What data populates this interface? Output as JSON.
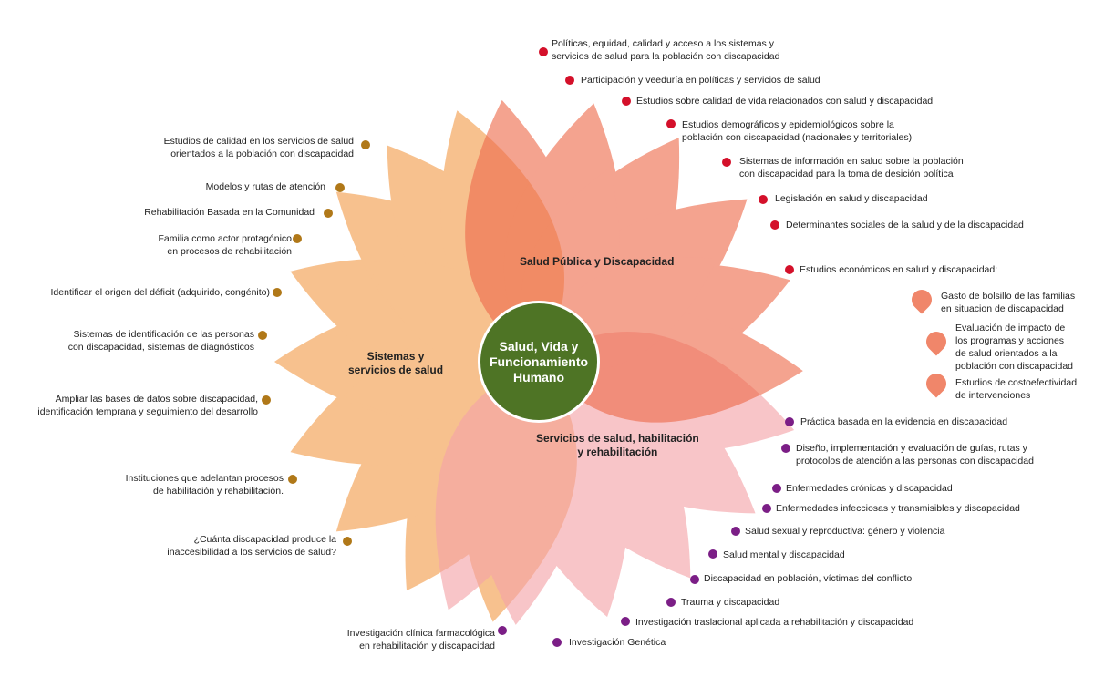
{
  "colors": {
    "orange_petal": "#f39c4a",
    "red_petal": "#ee6b4c",
    "pink_petal": "#f4a3a8",
    "center_green": "#4e7425",
    "dot_brown": "#b07818",
    "dot_red": "#d4102a",
    "dot_purple": "#7b1e86"
  },
  "center": {
    "title": "Salud, Vida y\nFuncionamiento\nHumano"
  },
  "sections": {
    "sistemas": "Sistemas y\nservicios de salud",
    "salud_publica": "Salud Pública y Discapacidad",
    "servicios": "Servicios de salud, habilitación\ny rehabilitación"
  },
  "left_items": [
    "Estudios de calidad en los servicios de salud\norientados a la población con discapacidad",
    "Modelos y rutas de atención",
    "Rehabilitación Basada en la Comunidad",
    "Familia como actor protagónico\nen procesos de rehabilitación",
    "Identificar el origen del déficit (adquirido, congénito)",
    "Sistemas de identificación de las personas\ncon discapacidad, sistemas de diagnósticos",
    "Ampliar las bases de datos sobre discapacidad,\nidentificación temprana y seguimiento del desarrollo",
    "Instituciones que adelantan procesos\nde habilitación y rehabilitación.",
    "¿Cuánta discapacidad produce la\ninaccesibilidad a los servicios de salud?"
  ],
  "top_items": [
    "Políticas, equidad, calidad y acceso a los sistemas y\nservicios de salud para la población con discapacidad",
    "Participación y veeduría en políticas y servicios de salud",
    "Estudios sobre calidad de vida relacionados con salud y discapacidad",
    "Estudios demográficos y epidemiológicos sobre la\npoblación con discapacidad (nacionales y territoriales)",
    "Sistemas de información en salud sobre la población\ncon discapacidad para la toma de desición política",
    "Legislación en salud y discapacidad",
    "Determinantes sociales de la salud y de la discapacidad",
    "Estudios económicos en salud y discapacidad:"
  ],
  "econ_subitems": [
    "Gasto de bolsillo de las familias\nen situacion de discapacidad",
    "Evaluación de impacto de\nlos programas y acciones\nde salud orientados a la\npoblación con discapacidad",
    "Estudios de costoefectividad\nde intervenciones"
  ],
  "bottom_items": [
    "Práctica basada en la evidencia en discapacidad",
    "Diseño, implementación y evaluación de guías, rutas y\nprotocolos de atención a las personas con discapacidad",
    "Enfermedades crónicas y discapacidad",
    "Enfermedades infecciosas y transmisibles y discapacidad",
    "Salud sexual y reproductiva: género y violencia",
    "Salud mental y discapacidad",
    "Discapacidad en población, víctimas del conflicto",
    "Trauma y discapacidad",
    "Investigación traslacional aplicada a rehabilitación y discapacidad",
    "Investigación Genética",
    "Investigación clínica farmacológica\nen rehabilitación y discapacidad"
  ]
}
